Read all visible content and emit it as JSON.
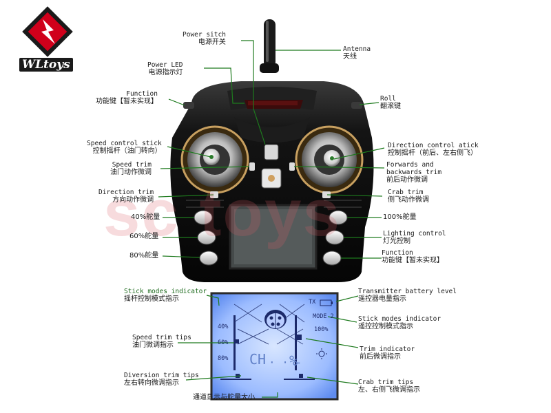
{
  "brand": {
    "logo_text": "WLtoys",
    "watermark": "sc toys"
  },
  "labels": {
    "power_switch": {
      "en": "Power sitch",
      "cn": "电源开关"
    },
    "antenna": {
      "en": "Antenna",
      "cn": "天线"
    },
    "power_led": {
      "en": "Power LED",
      "cn": "电源指示灯"
    },
    "function_top": {
      "en": "Function",
      "cn": "功能键【暂未实现】"
    },
    "roll": {
      "en": "Roll",
      "cn": "翻滚键"
    },
    "speed_stick": {
      "en": "Speed control stick",
      "cn": "控制摇杆（油门转向）"
    },
    "speed_trim": {
      "en": "Speed trim",
      "cn": "油门动作微调"
    },
    "direction_stick": {
      "en": "Direction control atick",
      "cn": "控制摇杆（前后、左右侧飞）"
    },
    "fb_trim": {
      "en": "Forwards and",
      "en2": "backwards trim",
      "cn": "前后动作微调"
    },
    "direction_trim": {
      "en": "Direction trim",
      "cn": "方向动作微调"
    },
    "crab_trim": {
      "en": "Crab trim",
      "cn": "侧飞动作微调"
    },
    "rate_40": "40%舵量",
    "rate_60": "60%舵量",
    "rate_80": "80%舵量",
    "rate_100": "100%舵量",
    "lighting": {
      "en": "Lighting control",
      "cn": "灯光控制"
    },
    "function_bottom": {
      "en": "Function",
      "cn": "功能键【暂未实现】"
    },
    "stick_modes_left": {
      "en": "Stick modes indicator",
      "cn": "摇杆控制模式指示"
    },
    "tx_battery": {
      "en": "Transmitter battery level",
      "cn": "遥控器电量指示"
    },
    "stick_modes_right": {
      "en": "Stick modes indicator",
      "cn": "遥控控制模式指示"
    },
    "speed_trim_tips": {
      "en": "Speed trim tips",
      "cn": "油门微调指示"
    },
    "trim_indicator": {
      "en": "Trim indicator",
      "cn": "前后微调指示"
    },
    "diversion_trim_tips": {
      "en": "Diversion trim tips",
      "cn": "左右转向微调指示"
    },
    "crab_trim_tips": {
      "en": "Crab trim tips",
      "cn": "左、右侧飞微调指示"
    },
    "channel_rate": "通道显示与舵量大小"
  },
  "lcd": {
    "tx": "TX",
    "mode": "MODE 2",
    "p40": "40%",
    "p60": "60%",
    "p80": "80%",
    "p100": "100%",
    "ch": "CH",
    "pct": "%"
  },
  "colors": {
    "line": "#1e7a1e",
    "lcd_bg": "#7ea8ff",
    "body": "#151515",
    "accent": "#c8a060"
  }
}
